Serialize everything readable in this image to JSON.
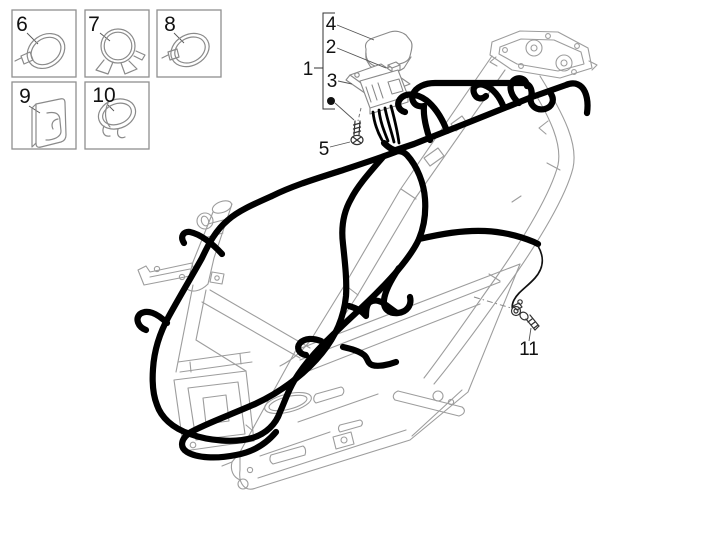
{
  "colors": {
    "background": "#ffffff",
    "frame_line": "#9d9d9d",
    "harness": "#000000",
    "box_border": "#8f8f8f",
    "label": "#111111",
    "leader": "#555555"
  },
  "thumbnails": [
    {
      "label": "6"
    },
    {
      "label": "7"
    },
    {
      "label": "8"
    },
    {
      "label": "9"
    },
    {
      "label": "10"
    }
  ],
  "callouts": [
    {
      "label": "1"
    },
    {
      "label": "2"
    },
    {
      "label": "3"
    },
    {
      "label": "4"
    },
    {
      "label": "5"
    },
    {
      "label": "11"
    }
  ]
}
